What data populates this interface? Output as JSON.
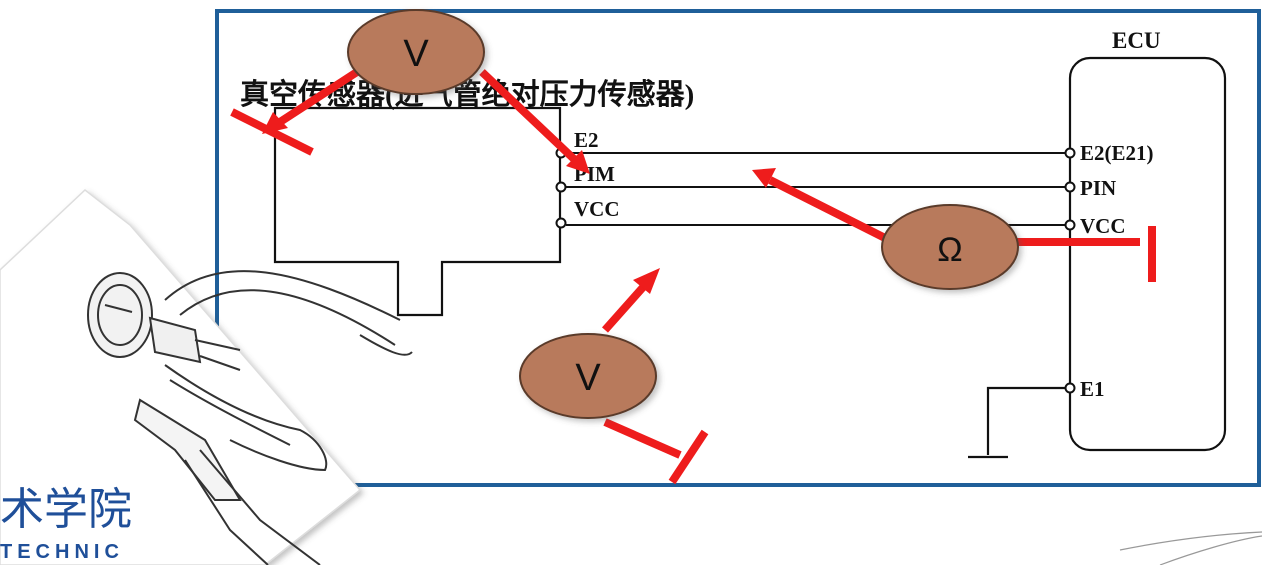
{
  "diagram": {
    "sensor_title": "真空传感器(进气管绝对压力传感器)",
    "ecu_label": "ECU",
    "sensor_pins": [
      "E2",
      "PIM",
      "VCC"
    ],
    "ecu_pins": [
      "E2(E21)",
      "PIN",
      "VCC"
    ],
    "ground_pin": "E1"
  },
  "meters": {
    "voltmeter_top": "V",
    "ohmmeter": "Ω",
    "voltmeter_bottom": "V"
  },
  "logo": {
    "chinese": "术学院",
    "english": "TECHNIC"
  },
  "colors": {
    "frame_border": "#1f5f99",
    "arrow": "#ee1c1c",
    "meter_fill": "#b87a5c",
    "meter_stroke": "#5a3a2a",
    "line": "#111111"
  },
  "icons": [
    "vacuum-pump-icon",
    "ground-icon",
    "voltmeter-icon",
    "ohmmeter-icon"
  ]
}
